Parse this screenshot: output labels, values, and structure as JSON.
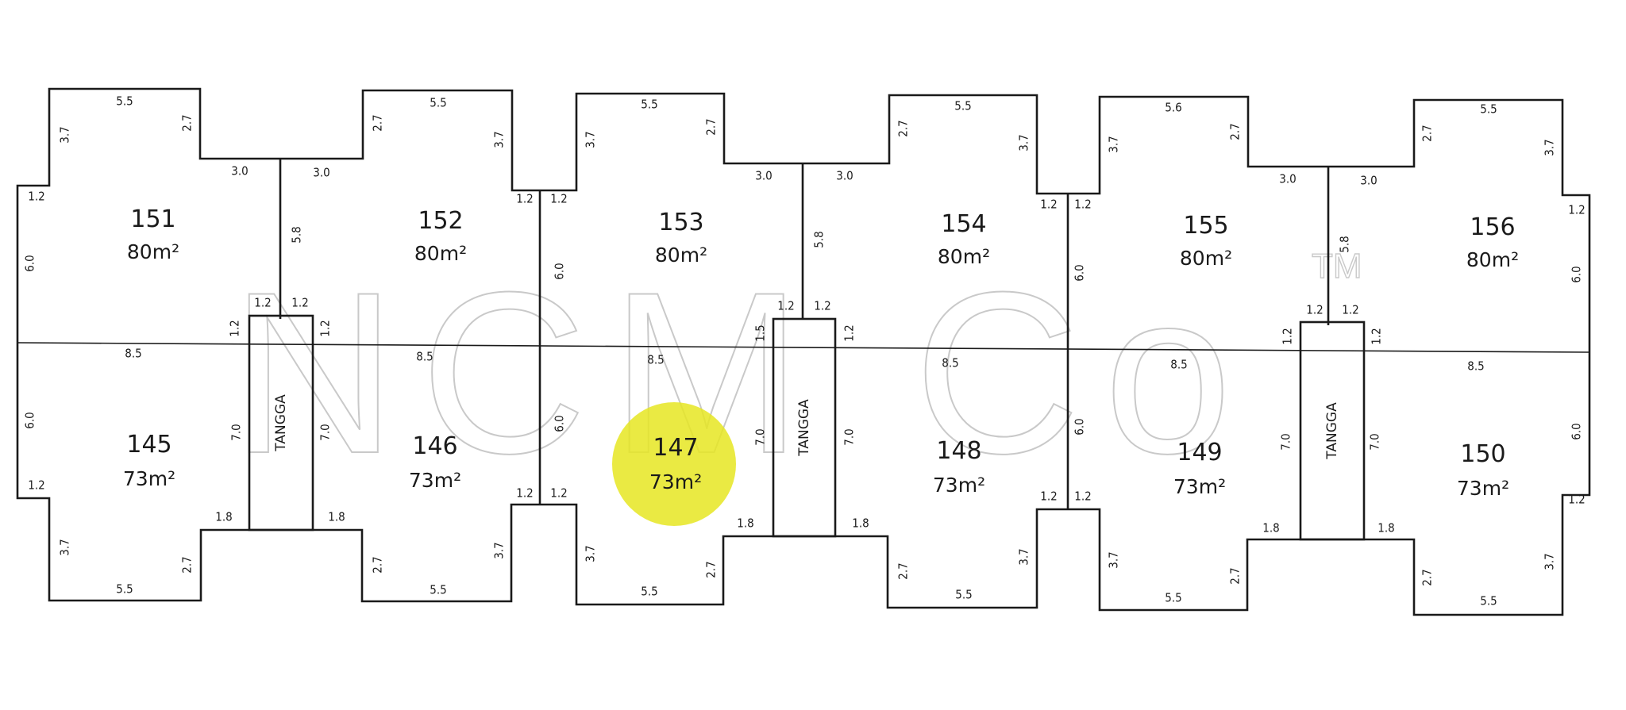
{
  "watermark": {
    "main": "NCM Co",
    "suffix": "TM"
  },
  "highlight_color": "#e6e622",
  "stair_label": "TANGGA",
  "top_row": [
    {
      "id": "151",
      "area": "80m²"
    },
    {
      "id": "152",
      "area": "80m²"
    },
    {
      "id": "153",
      "area": "80m²"
    },
    {
      "id": "154",
      "area": "80m²"
    },
    {
      "id": "155",
      "area": "80m²"
    },
    {
      "id": "156",
      "area": "80m²"
    }
  ],
  "bottom_row": [
    {
      "id": "145",
      "area": "73m²"
    },
    {
      "id": "146",
      "area": "73m²"
    },
    {
      "id": "147",
      "area": "73m²",
      "highlighted": true
    },
    {
      "id": "148",
      "area": "73m²"
    },
    {
      "id": "149",
      "area": "73m²"
    },
    {
      "id": "150",
      "area": "73m²"
    }
  ],
  "dimensions": {
    "front_width": "5.5",
    "offset_depth": "3.7",
    "offset_step": "2.7",
    "neck_width": "3.0",
    "corner": "1.2",
    "side_depth_top": "6.0",
    "party_wall_top": "5.8",
    "row_width": "8.5",
    "stair_depth": "7.0",
    "side_depth_bottom": "6.0",
    "rear_step": "1.8",
    "stair_side": "1.5",
    "alt_front": "5.6"
  }
}
